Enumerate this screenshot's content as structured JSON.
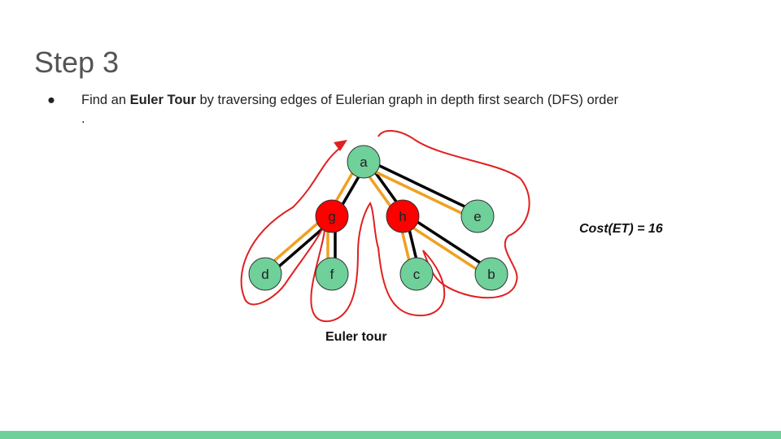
{
  "slide": {
    "title": "Step 3",
    "bullet": {
      "marker": "●",
      "before": "Find an ",
      "bold": "Euler Tour",
      "after": " by traversing edges of Eulerian graph in depth first search (DFS) order ."
    },
    "cost_label": "Cost(ET) = 16",
    "tour_label": "Euler tour"
  },
  "graph": {
    "nodes": [
      {
        "id": "a",
        "label": "a",
        "highlighted": false
      },
      {
        "id": "g",
        "label": "g",
        "highlighted": true
      },
      {
        "id": "h",
        "label": "h",
        "highlighted": true
      },
      {
        "id": "e",
        "label": "e",
        "highlighted": false
      },
      {
        "id": "d",
        "label": "d",
        "highlighted": false
      },
      {
        "id": "f",
        "label": "f",
        "highlighted": false
      },
      {
        "id": "c",
        "label": "c",
        "highlighted": false
      },
      {
        "id": "b",
        "label": "b",
        "highlighted": false
      }
    ],
    "tree_edges": [
      [
        "a",
        "g"
      ],
      [
        "a",
        "h"
      ],
      [
        "a",
        "e"
      ],
      [
        "g",
        "d"
      ],
      [
        "g",
        "f"
      ],
      [
        "h",
        "c"
      ],
      [
        "h",
        "b"
      ]
    ],
    "matching_edges": [
      [
        "a",
        "g"
      ],
      [
        "a",
        "h"
      ],
      [
        "a",
        "e"
      ],
      [
        "g",
        "d"
      ],
      [
        "g",
        "f"
      ],
      [
        "h",
        "c"
      ],
      [
        "h",
        "b"
      ]
    ],
    "colors": {
      "node_fill": "#6fd09a",
      "highlight_fill": "#ff0000",
      "tree_edge": "#000000",
      "matching_edge": "#f0a020",
      "tour_path": "#e02020",
      "accent_bar": "#6fd09a"
    }
  }
}
